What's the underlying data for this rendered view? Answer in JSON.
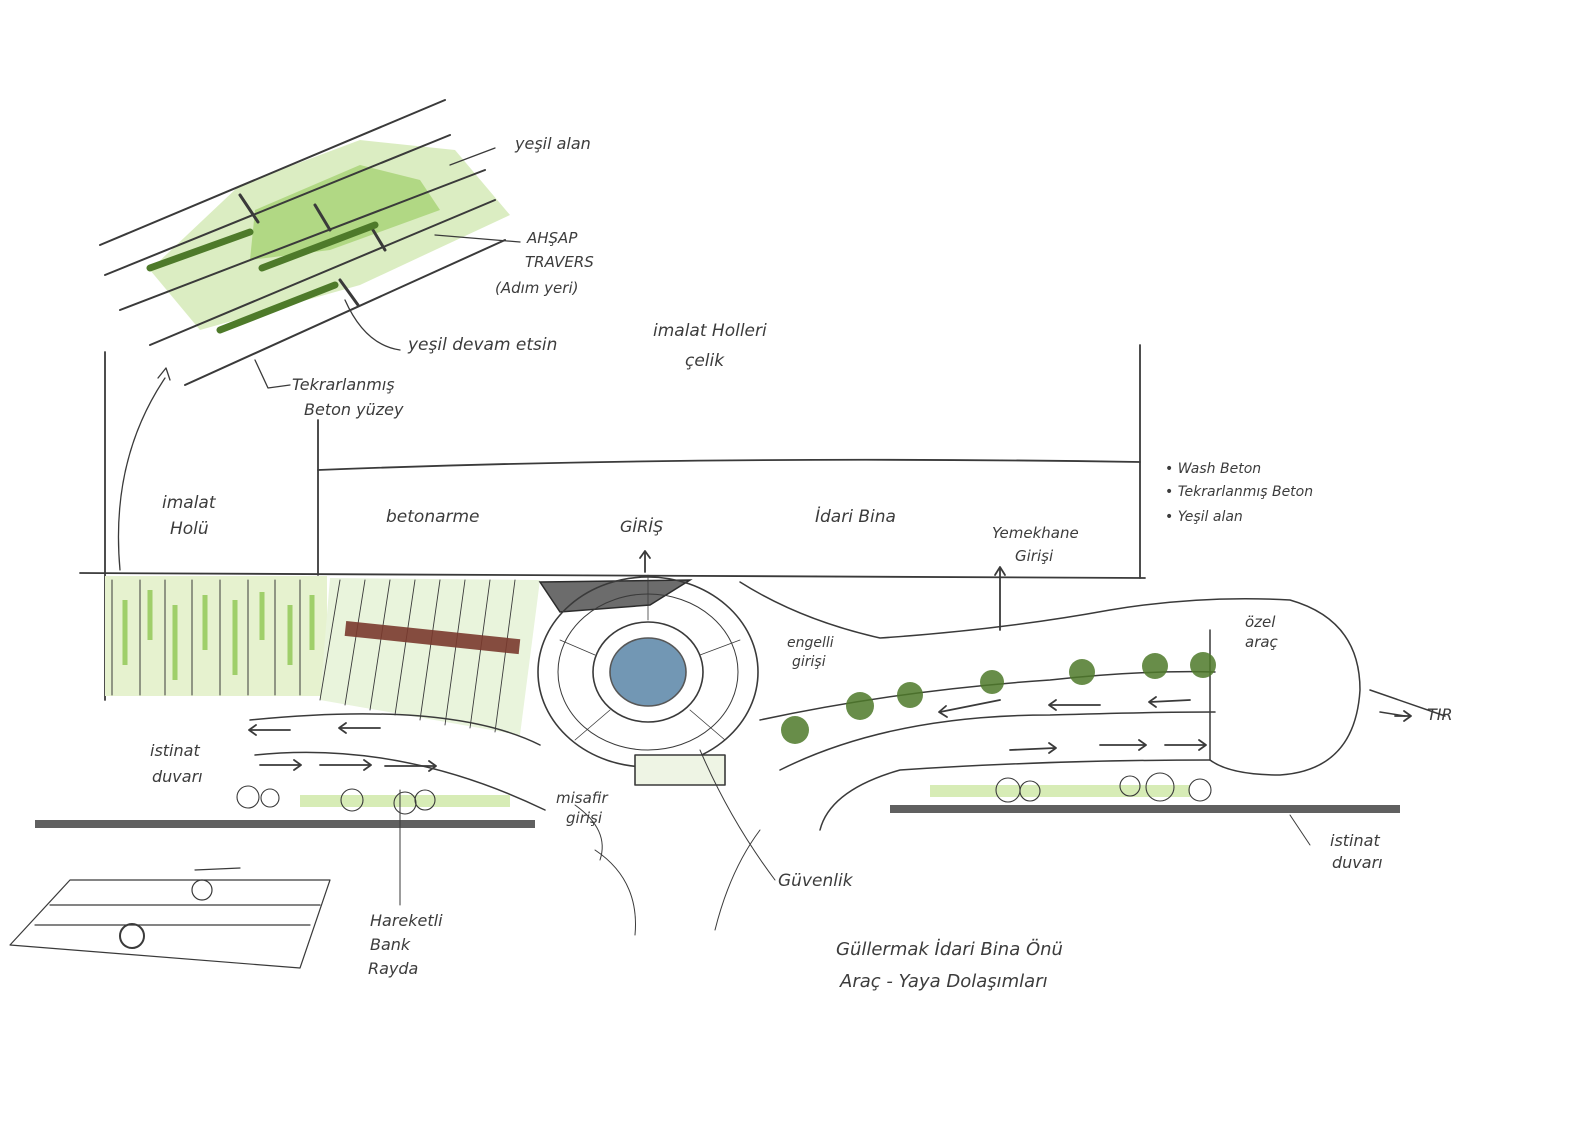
{
  "detail": {
    "green_area": "yeşil alan",
    "timber_line1": "AHŞAP",
    "timber_line2": "TRAVERS",
    "timber_line3": "(Adım yeri)",
    "green_continue": "yeşil devam etsin",
    "concrete_line1": "Tekrarlanmış",
    "concrete_line2": "Beton yüzey"
  },
  "plan": {
    "production_halls_line1": "imalat Holleri",
    "production_halls_line2": "çelik",
    "production_hall_line1": "imalat",
    "production_hall_line2": "Holü",
    "reinforced_concrete": "betonarme",
    "entrance": "GİRİŞ",
    "admin_building": "İdari Bina",
    "canteen_line1": "Yemekhane",
    "canteen_line2": "Girişi",
    "disabled_line1": "engelli",
    "disabled_line2": "girişi",
    "private_line1": "özel",
    "private_line2": "araç",
    "truck": "TIR",
    "retaining_left_line1": "istinat",
    "retaining_left_line2": "duvarı",
    "guest_line1": "misafir",
    "guest_line2": "girişi",
    "security": "Güvenlik",
    "retaining_right_line1": "istinat",
    "retaining_right_line2": "duvarı",
    "bench_line1": "Hareketli",
    "bench_line2": "Bank",
    "bench_line3": "Rayda"
  },
  "legend": {
    "items": [
      "Wash Beton",
      "Tekrarlanmış Beton",
      "Yeşil alan"
    ]
  },
  "caption": {
    "line1": "Güllermak İdari Bina Önü",
    "line2": "Araç - Yaya Dolaşımları"
  },
  "colors": {
    "pencil": "#3a3a3a",
    "green_light": "#b9dc8c",
    "green_mid": "#8cc152",
    "green_dark": "#4e7a2a",
    "brick": "#7a3a2e",
    "water_blue": "#5a86a8"
  }
}
